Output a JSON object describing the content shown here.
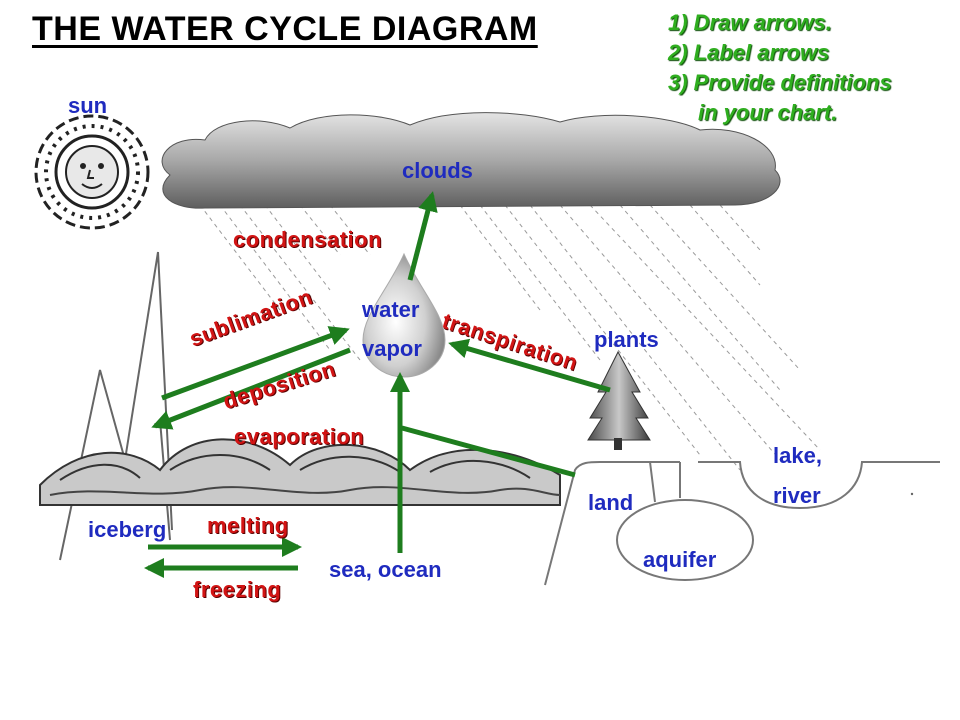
{
  "title": "THE WATER CYCLE DIAGRAM",
  "instructions": [
    "1) Draw arrows.",
    "2) Label arrows",
    "3) Provide definitions",
    "in your chart."
  ],
  "places": {
    "sun": "sun",
    "clouds": "clouds",
    "water_vapor_line1": "water",
    "water_vapor_line2": "vapor",
    "plants": "plants",
    "lake_river_line1": "lake,",
    "lake_river_line2": "river",
    "land": "land",
    "aquifer": "aquifer",
    "iceberg": "iceberg",
    "sea_ocean": "sea, ocean"
  },
  "processes": {
    "condensation": "condensation",
    "sublimation": "sublimation",
    "deposition": "deposition",
    "evaporation": "evaporation",
    "transpiration": "transpiration",
    "melting": "melting",
    "freezing": "freezing"
  },
  "colors": {
    "place_label": "#1f2bbf",
    "process_label": "#d21414",
    "arrow": "#1e7d1e",
    "instructions": "#2fae1f"
  }
}
